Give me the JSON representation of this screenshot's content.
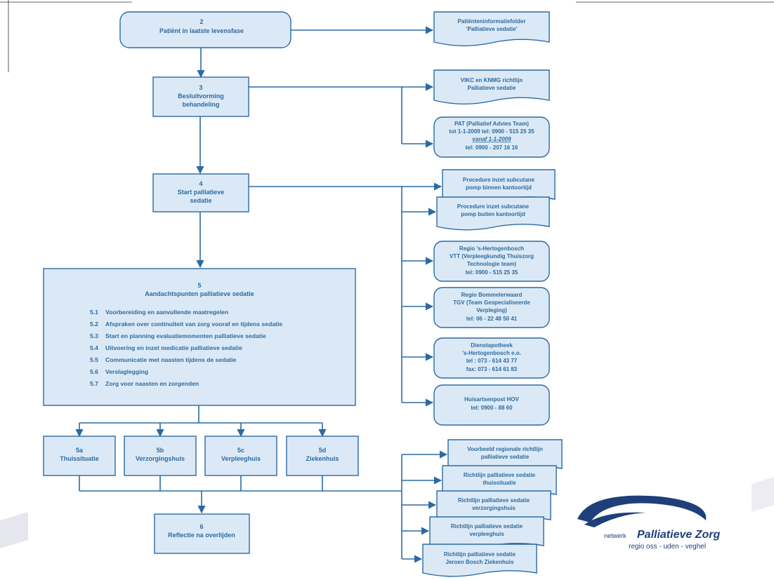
{
  "steps": {
    "s2": [
      "2",
      "Patiënt in laatste levensfase"
    ],
    "s3": [
      "3",
      "Besluitvorming",
      "behandeling"
    ],
    "s4": [
      "4",
      "Start palliatieve",
      "sedatie"
    ],
    "s5_title": [
      "5",
      "Aandachtspunten palliatieve sedatie"
    ],
    "s5_items": [
      [
        "5.1",
        "Voorbereiding en aanvullende maatregelen"
      ],
      [
        "5.2",
        "Afspraken over continuïteit van zorg vooraf en tijdens sedatie"
      ],
      [
        "5.3",
        "Start en planning evaluatiemomenten palliatieve sedatie"
      ],
      [
        "5.4",
        "Uitvoering en inzet medicatie palliatieve sedatie"
      ],
      [
        "5.5",
        "Communicatie met naasten tijdens de sedatie"
      ],
      [
        "5.6",
        "Verslaglegging"
      ],
      [
        "5.7",
        "Zorg voor naasten en zorgenden"
      ]
    ],
    "s5a": [
      "5a",
      "Thuissituatie"
    ],
    "s5b": [
      "5b",
      "Verzorgingshuis"
    ],
    "s5c": [
      "5c",
      "Verpleeghuis"
    ],
    "s5d": [
      "5d",
      "Ziekenhuis"
    ],
    "s6": [
      "6",
      "Reflectie na overlijden"
    ]
  },
  "documents": {
    "d_folder": [
      "Patiënteninformatiefolder",
      "'Palliatieve sedatie'"
    ],
    "d_vikc": [
      "VIKC en KNMG richtlijn",
      "Palliatieve sedatie"
    ],
    "d_pat": [
      "PAT (Palliatief Advies Team)",
      "tot 1-1-2009 tel: 0900 - 515 25 35",
      "vanaf 1-1-2009",
      "tel: 0900 - 207 16 16"
    ],
    "d_proc_binnen": [
      "Procedure inzet subcutane",
      "pomp binnen kantoortijd"
    ],
    "d_proc_buiten": [
      "Procedure inzet subcutane",
      "pomp buiten kantoortijd"
    ],
    "d_vtt": [
      "Regio 's-Hertogenbosch",
      "VTT (Verpleegkundig Thuiszorg",
      "Technologie team)",
      "tel: 0900 - 515 25 35"
    ],
    "d_tgv": [
      "Regio Bommelerwaard",
      "TGV (Team Gespecialiseerde",
      "Verpleging)",
      "tel: 06 - 22 48 50 41"
    ],
    "d_apotheek": [
      "Dienstapotheek",
      "'s-Hertogenbosch e.o.",
      "tel : 073 - 614 43 77",
      "fax: 073 - 614 61 83"
    ],
    "d_hov": [
      "Huisartsenpost HOV",
      "tel: 0900 - 88 60"
    ],
    "d_regionaal": [
      "Voorbeeld regionale richtlijn",
      "palliatieve sedatie"
    ],
    "d_thuis": [
      "Richtlijn palliatieve sedatie",
      "thuissituatie"
    ],
    "d_verzorging": [
      "Richtlijn palliatieve sedatie",
      "verzorgingshuis"
    ],
    "d_verpleeg": [
      "Richtlijn palliatieve sedatie",
      "verpleeghuis"
    ],
    "d_jbz": [
      "Richtlijn palliatieve sedatie",
      "Jeroen Bosch Ziekenhuis"
    ]
  },
  "logo": {
    "prefix": "netwerk",
    "name": "Palliatieve Zorg",
    "region": "regio oss - uden - veghel",
    "color": "#1f3f7a"
  },
  "colors": {
    "box_fill": "#dbe9f7",
    "stroke": "#2b6aa3",
    "text": "#2e6a9c"
  }
}
